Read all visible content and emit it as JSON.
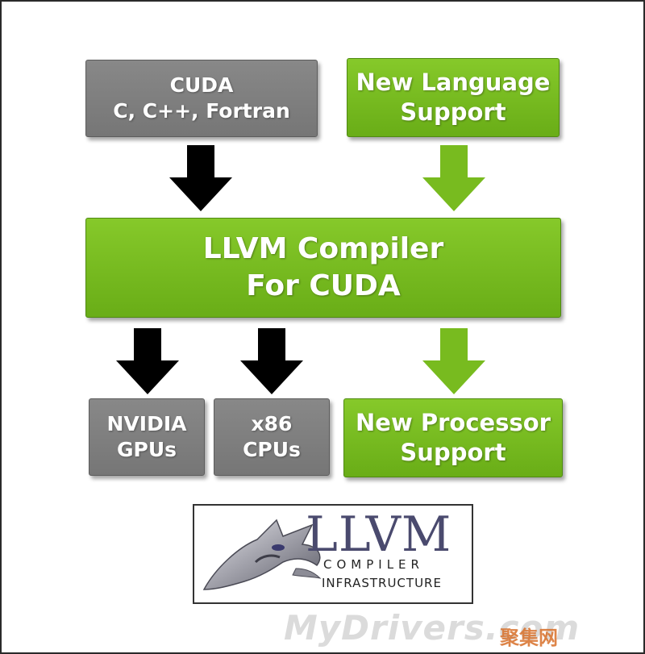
{
  "nodes": {
    "cuda": {
      "line1": "CUDA",
      "line2": "C, C++, Fortran"
    },
    "new_language": {
      "line1": "New Language",
      "line2": "Support"
    },
    "llvm_compiler": {
      "line1": "LLVM Compiler",
      "line2": "For CUDA"
    },
    "nvidia_gpus": {
      "line1": "NVIDIA",
      "line2": "GPUs"
    },
    "x86_cpus": {
      "line1": "x86",
      "line2": "CPUs"
    },
    "new_processor": {
      "line1": "New Processor",
      "line2": "Support"
    }
  },
  "logo": {
    "wordmark": "LLVM",
    "line1": "COMPILER",
    "line2": "INFRASTRUCTURE"
  },
  "watermark": {
    "text": "MyDrivers.com",
    "cn": "聚集网"
  },
  "colors": {
    "green": "#78bb1f",
    "gray": "#7f7f7f",
    "black_arrow": "#000000",
    "green_arrow": "#78bb1f"
  },
  "icons": [
    "llvm-dragon-icon",
    "arrow-down-icon"
  ]
}
